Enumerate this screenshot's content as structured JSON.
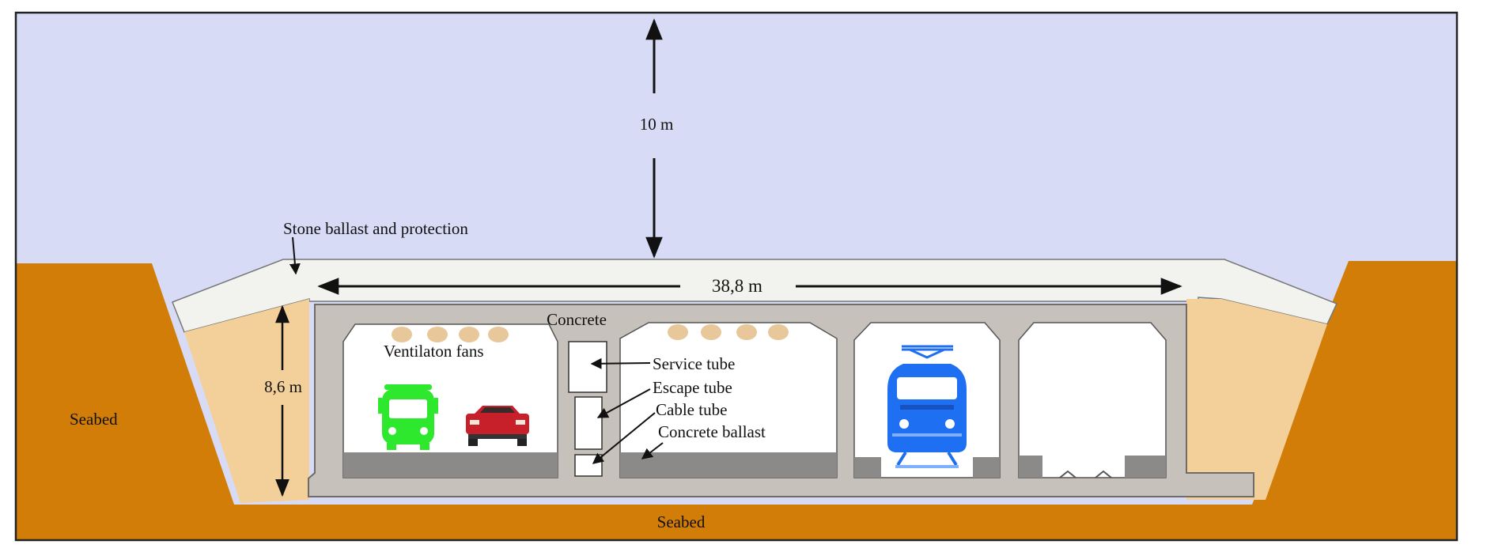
{
  "labels": {
    "depth": "10 m",
    "stone_ballast": "Stone ballast and protection",
    "width": "38,8 m",
    "concrete": "Concrete",
    "height": "8,6 m",
    "ventilation": "Ventilaton fans",
    "service_tube": "Service tube",
    "escape_tube": "Escape tube",
    "cable_tube": "Cable tube",
    "concrete_ballast": "Concrete ballast",
    "seabed_left": "Seabed",
    "seabed_bottom": "Seabed"
  },
  "colors": {
    "water": "#d8dbf6",
    "seabed": "#d27d08",
    "sand": "#f3d09a",
    "ballast": "#f2f2ee",
    "concrete": "#c6c1bb",
    "slab": "#8c8a88",
    "bus": "#2ee82e",
    "car": "#c8202a",
    "train": "#1e6ff2",
    "fan": "#e8c79a"
  },
  "icons": [
    "bus-icon",
    "car-icon",
    "train-icon",
    "fan-icon"
  ]
}
